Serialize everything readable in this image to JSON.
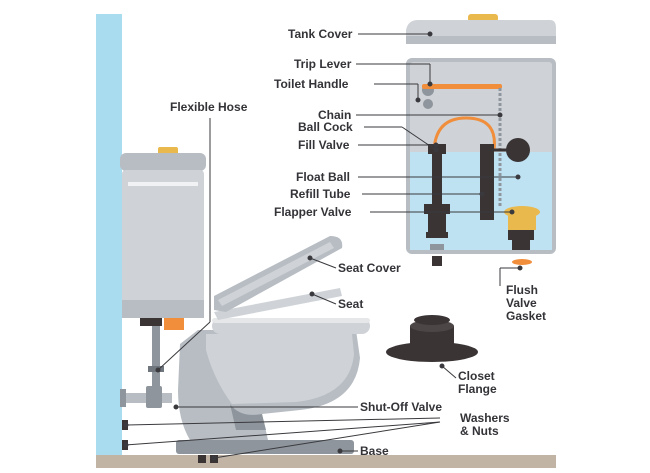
{
  "colors": {
    "wall": "#a9dcef",
    "floor": "#c2b4a5",
    "porcelain": "#b7bdc3",
    "porcelain_light": "#cfd3d7",
    "porcelain_dark": "#8e959c",
    "gold": "#e9b94d",
    "orange": "#f08e3c",
    "dark_part": "#3a3435",
    "water": "#bfe2f3",
    "text": "#333338",
    "leader": "#3a3a3e"
  },
  "labels": {
    "tank_cover": "Tank Cover",
    "trip_lever": "Trip Lever",
    "toilet_handle": "Toilet Handle",
    "chain": "Chain",
    "ball_cock": "Ball Cock",
    "fill_valve": "Fill Valve",
    "float_ball": "Float Ball",
    "refill_tube": "Refill Tube",
    "flapper_valve": "Flapper Valve",
    "flexible_hose": "Flexible Hose",
    "seat_cover": "Seat Cover",
    "seat": "Seat",
    "flush_valve_gasket": "Flush\nValve\nGasket",
    "closet_flange": "Closet\nFlange",
    "shut_off_valve": "Shut-Off Valve",
    "washers_nuts": "Washers\n& Nuts",
    "base": "Base"
  }
}
